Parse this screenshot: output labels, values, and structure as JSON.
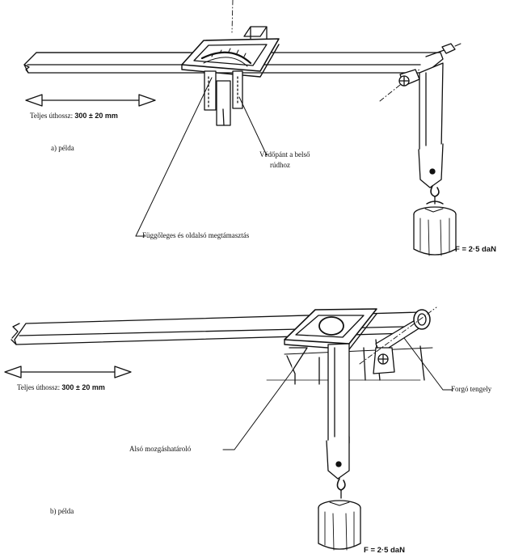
{
  "figure_a": {
    "length_label": "Teljes úthossz:",
    "length_value": "300 ± 20 mm",
    "example_label": "a) példa",
    "guard_label_line1": "Védőpánt a belső",
    "guard_label_line2": "rúdhoz",
    "support_label": "Függőleges és oldalsó megtámasztás",
    "force_label": "F = 2·5 daN"
  },
  "figure_b": {
    "length_label": "Teljes úthossz:",
    "length_value": "300 ± 20 mm",
    "axis_label": "Forgó tengely",
    "stop_label": "Alsó mozgáshatároló",
    "example_label": "b) példa",
    "force_label": "F = 2·5 daN"
  }
}
